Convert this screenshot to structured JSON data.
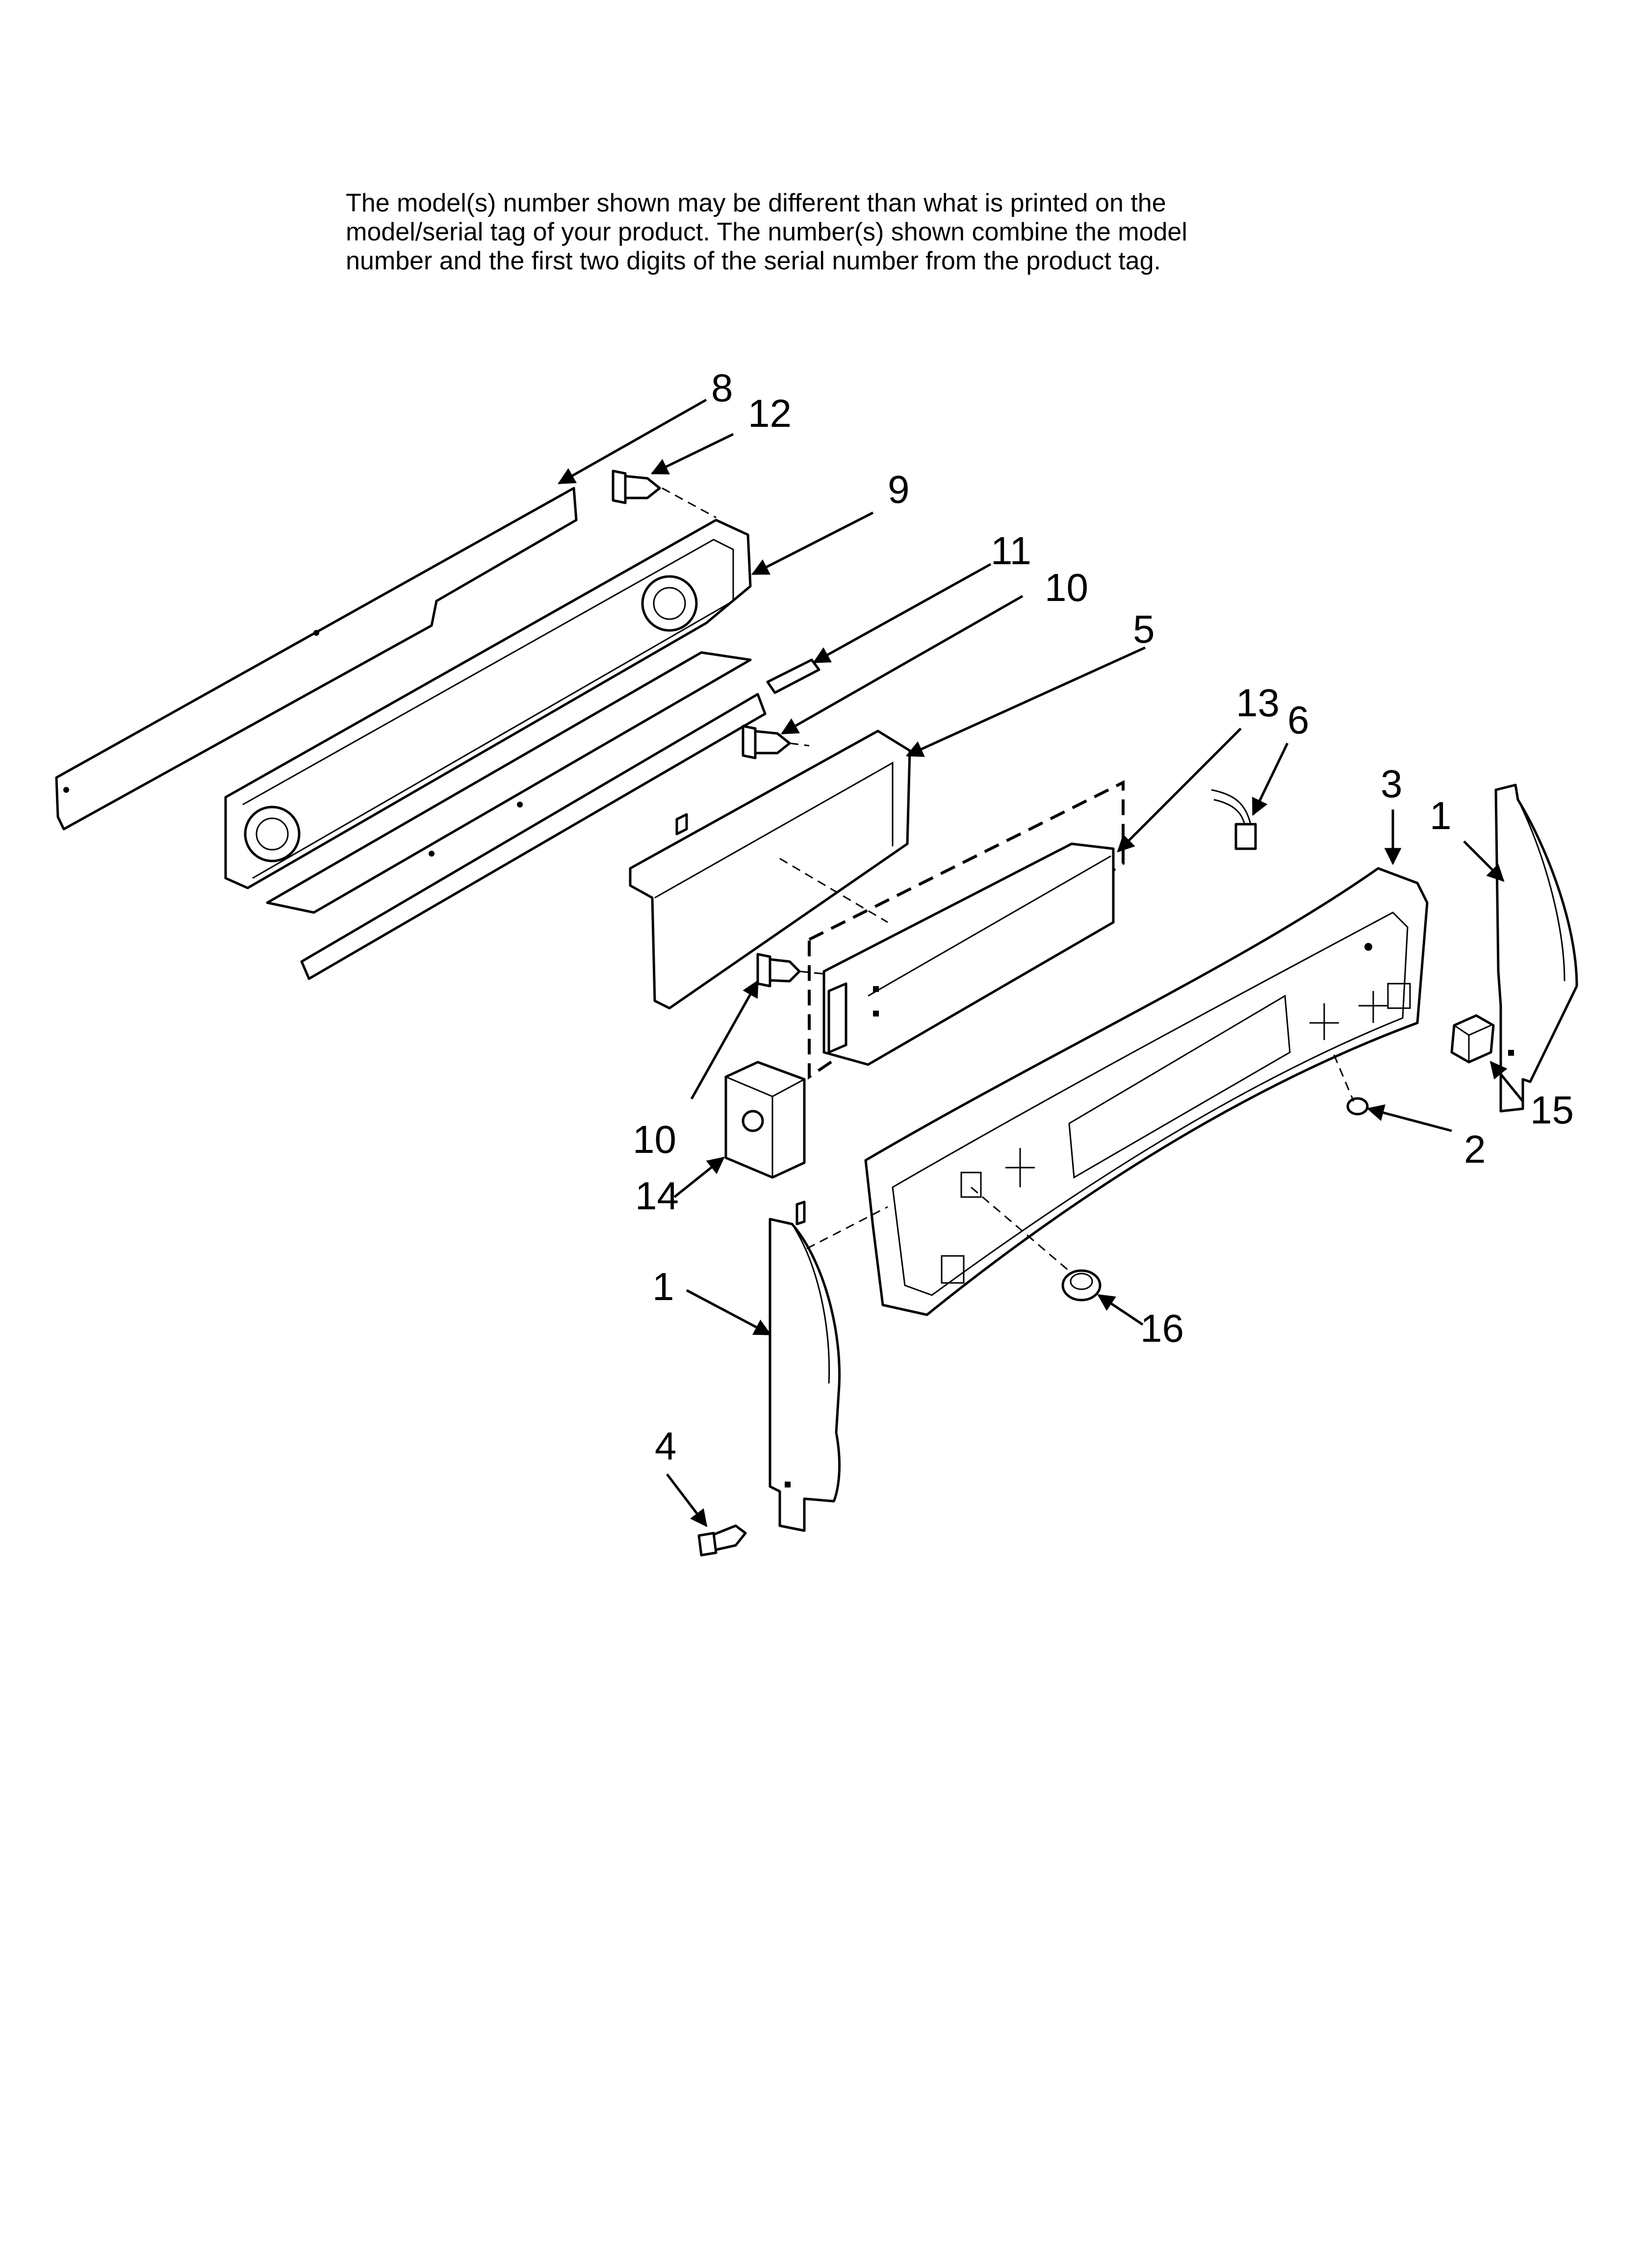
{
  "header": {
    "disclaimer_lines": [
      "The model(s) number shown may be different than what is printed on the",
      "model/serial tag of your product. The number(s) shown combine the model",
      "number and the first two digits of the serial number from the product tag."
    ]
  },
  "callouts": [
    "8",
    "12",
    "9",
    "11",
    "10",
    "5",
    "13",
    "6",
    "3",
    "1",
    "15",
    "2",
    "10",
    "14",
    "1",
    "16",
    "4"
  ],
  "colors": {
    "line": "#000000",
    "background": "#ffffff"
  }
}
